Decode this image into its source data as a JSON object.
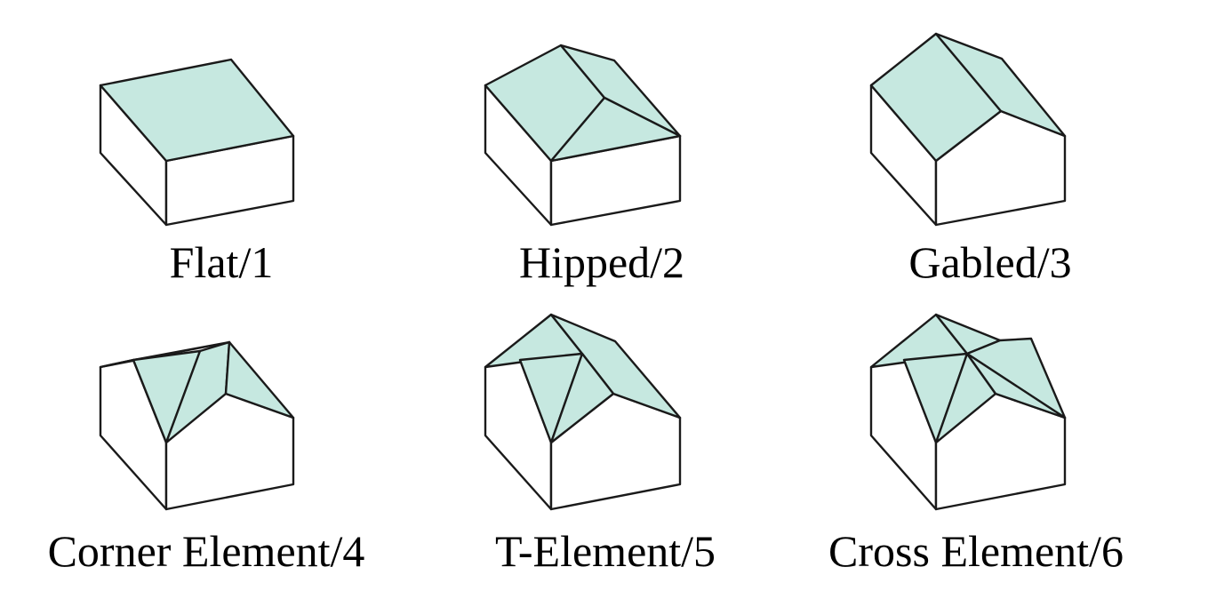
{
  "colors": {
    "roof_fill": "#c6e8e0",
    "wall_fill": "#ffffff",
    "edge": "#1a1a1a",
    "label": "#000000"
  },
  "roof_types": [
    {
      "id": "flat",
      "label": "Flat/1"
    },
    {
      "id": "hipped",
      "label": "Hipped/2"
    },
    {
      "id": "gabled",
      "label": "Gabled/3"
    },
    {
      "id": "corner",
      "label": "Corner Element/4"
    },
    {
      "id": "t-element",
      "label": "T-Element/5"
    },
    {
      "id": "cross",
      "label": "Cross Element/6"
    }
  ]
}
